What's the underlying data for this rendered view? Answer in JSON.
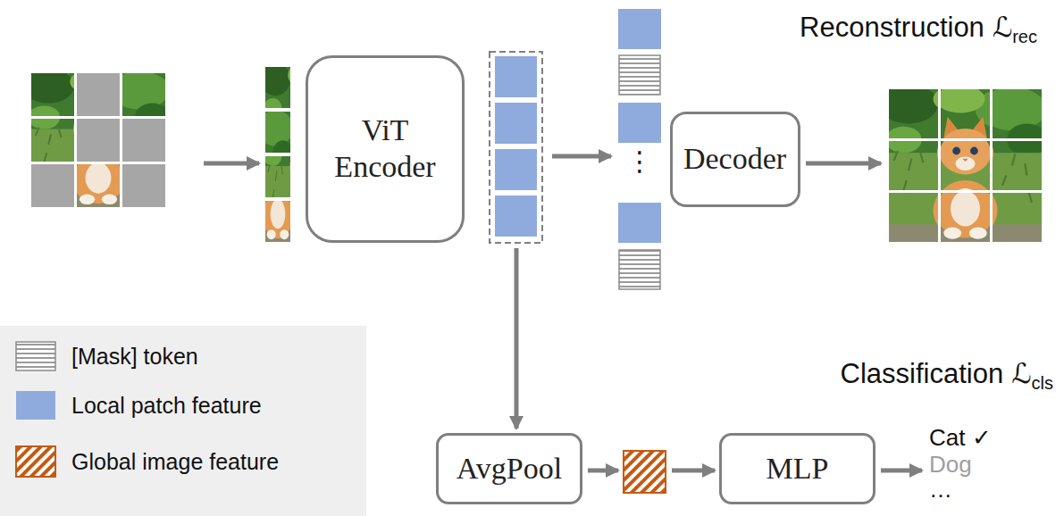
{
  "diagram": {
    "nodes": [
      {
        "text": [
          "ViT Encoder"
        ]
      },
      {
        "text": [
          "Decoder"
        ]
      },
      {
        "text": [
          "AvgPool"
        ]
      },
      {
        "text": [
          "MLP"
        ]
      }
    ],
    "labels": [
      "Reconstruction",
      "ℒ",
      "rec",
      "⋮",
      "Classification",
      "ℒ",
      "cls",
      "Cat ✓",
      "Dog",
      "…"
    ],
    "legend": [
      {
        "text": "[Mask] token"
      },
      {
        "text": "Local patch feature",
        "color": "#8FAADC"
      },
      {
        "text": "Global image feature"
      }
    ]
  }
}
